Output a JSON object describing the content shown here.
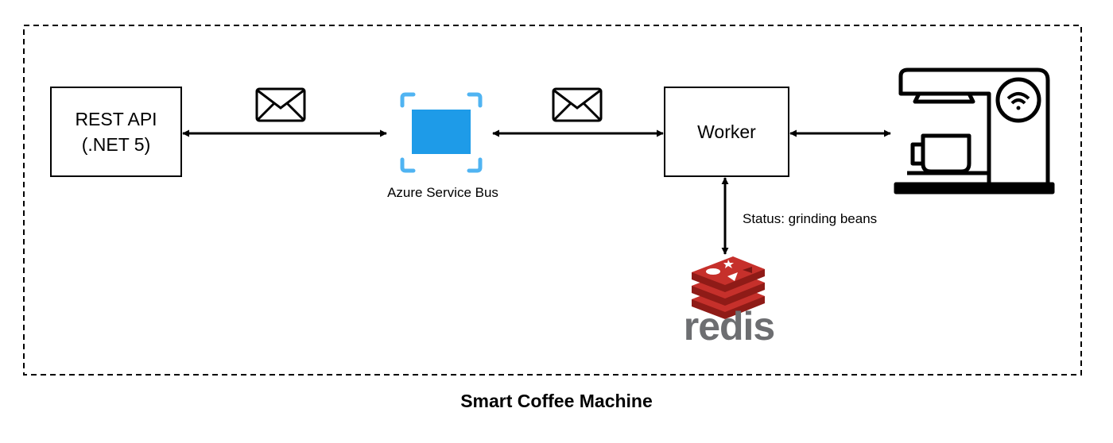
{
  "diagram": {
    "title": "Smart Coffee Machine",
    "nodes": {
      "rest_api": {
        "line1": "REST API",
        "line2": "(.NET 5)"
      },
      "service_bus": {
        "label": "Azure Service Bus",
        "icon": "service-bus-icon"
      },
      "worker": {
        "label": "Worker"
      },
      "coffee_machine": {
        "icon": "coffee-machine-wifi-icon"
      },
      "redis": {
        "wordmark": "redis",
        "icon": "redis-logo-icon"
      }
    },
    "edges": [
      {
        "from": "rest_api",
        "to": "service_bus",
        "bidirectional": true,
        "icon": "envelope-icon"
      },
      {
        "from": "service_bus",
        "to": "worker",
        "bidirectional": true,
        "icon": "envelope-icon"
      },
      {
        "from": "worker",
        "to": "coffee_machine",
        "bidirectional": true
      },
      {
        "from": "worker",
        "to": "redis",
        "bidirectional": true,
        "label": "Status: grinding beans"
      }
    ],
    "colors": {
      "service_bus_blue": "#1e9be8",
      "service_bus_frame": "#50b4f2",
      "redis_red": "#c6302b",
      "redis_dark_red": "#8f1b17",
      "redis_gray": "#6d6e71"
    }
  }
}
